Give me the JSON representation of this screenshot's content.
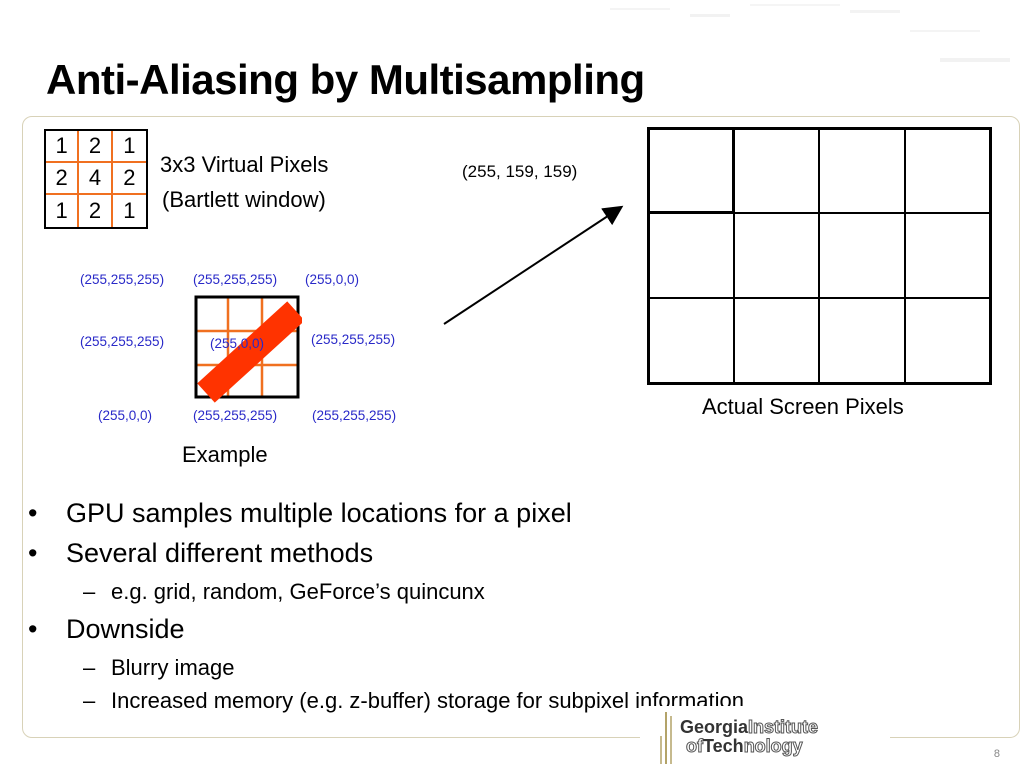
{
  "slide": {
    "title": "Anti-Aliasing by Multisampling",
    "page_number": "8"
  },
  "kernel": {
    "rows": [
      [
        "1",
        "2",
        "1"
      ],
      [
        "2",
        "4",
        "2"
      ],
      [
        "1",
        "2",
        "1"
      ]
    ],
    "caption_line1": "3x3 Virtual Pixels",
    "caption_line2": "(Bartlett window)"
  },
  "example": {
    "labels": {
      "top_left": "(255,255,255)",
      "top_mid": "(255,255,255)",
      "top_right": "(255,0,0)",
      "mid_left": "(255,255,255)",
      "center": "(255,0,0)",
      "mid_right": "(255,255,255)",
      "bot_left": "(255,0,0)",
      "bot_mid": "(255,255,255)",
      "bot_right": "(255,255,255)"
    },
    "caption": "Example",
    "line_color": "#ff3300"
  },
  "result": {
    "value": "(255, 159, 159)",
    "screen_caption": "Actual Screen Pixels"
  },
  "bullets": [
    {
      "text": "GPU samples multiple locations for a pixel",
      "subs": []
    },
    {
      "text": "Several different methods",
      "subs": [
        "e.g. grid, random, GeForce’s quincunx"
      ]
    },
    {
      "text": "Downside",
      "subs": [
        "Blurry image",
        "Increased memory (e.g. z-buffer) storage for subpixel information"
      ]
    }
  ],
  "logo": {
    "line1_bold": "Georgia",
    "line1_outline": "Institute",
    "line2_outline_prefix": "of",
    "line2_bold": "Tech",
    "line2_outline": "nology"
  },
  "colors": {
    "label_blue": "#2929c8",
    "frame": "#d8d2b8",
    "logo_gold": "#b3a369"
  }
}
